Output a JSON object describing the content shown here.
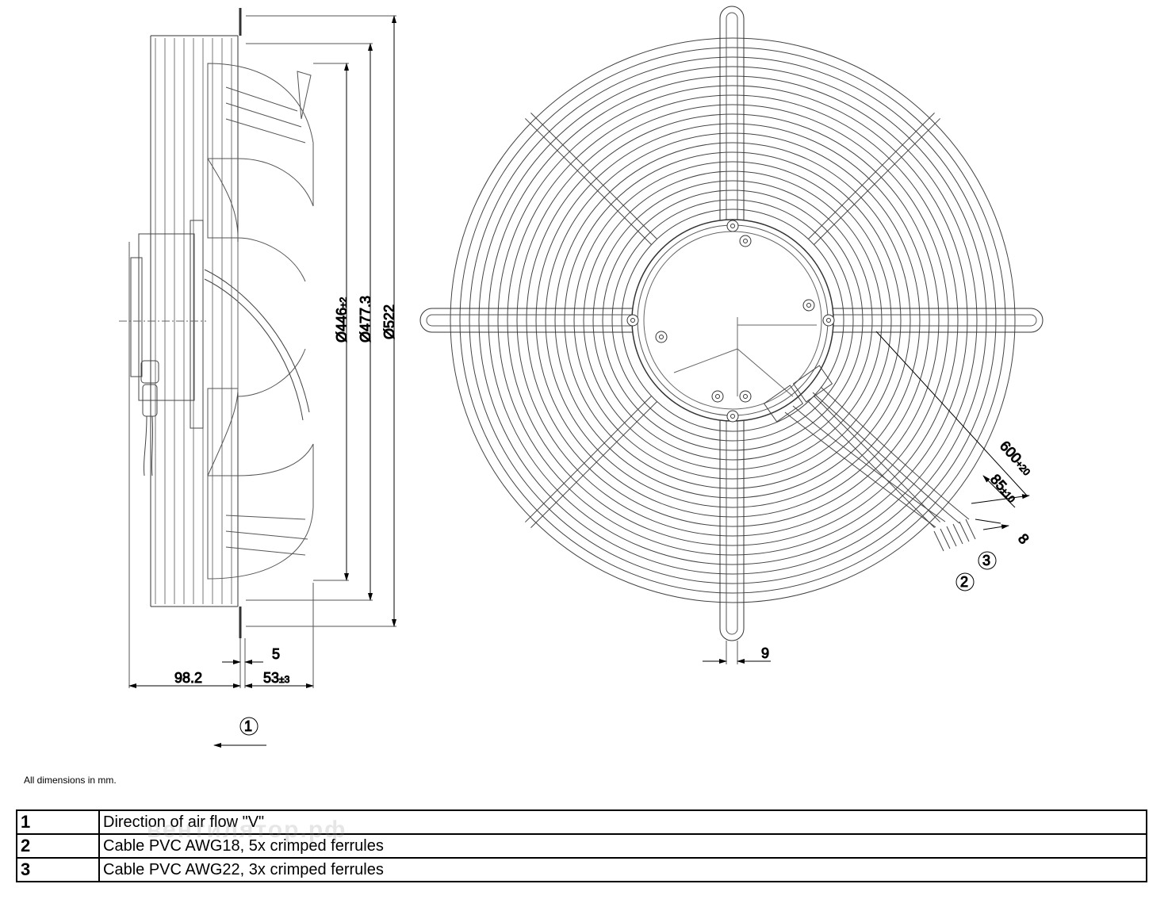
{
  "dims": {
    "d446": "Ø446",
    "d446_tol": "±2",
    "d477": "Ø477.3",
    "d522": "Ø522",
    "w5": "5",
    "w98": "98.2",
    "w53": "53",
    "w53_tol": "±3",
    "w9": "9",
    "c600": "600",
    "c600_tol": "+20",
    "c85": "85",
    "c85_tol": "±10",
    "c8": "8"
  },
  "callouts": {
    "c1": "1",
    "c2": "2",
    "c3": "3"
  },
  "note": "All dimensions in mm.",
  "legend": [
    {
      "num": "1",
      "text": "Direction of air flow \"V\""
    },
    {
      "num": "2",
      "text": "Cable PVC AWG18, 5x crimped ferrules"
    },
    {
      "num": "3",
      "text": "Cable PVC AWG22, 3x crimped ferrules"
    }
  ],
  "watermark": "вентилятор.рф"
}
